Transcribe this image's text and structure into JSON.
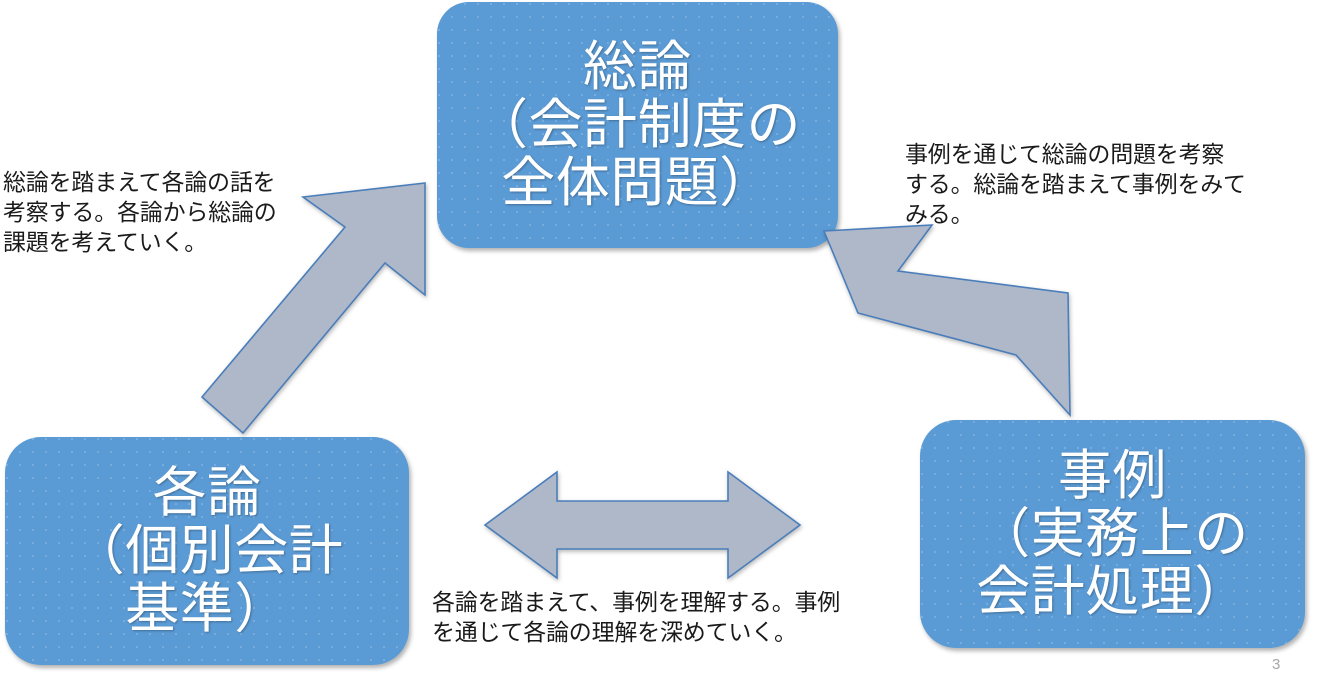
{
  "slide": {
    "page_number": "3",
    "background_color": "#FFFFFF"
  },
  "theme": {
    "node_fill": "#5B9BD5",
    "node_text_color": "#FFFFFF",
    "arrow_fill": "#AEB8C9",
    "arrow_outline": "#4A7EBB",
    "note_text_color": "#1A1A1A",
    "page_number_color": "#A6A6A6"
  },
  "nodes": {
    "top": {
      "id": "sogoron",
      "lines": [
        "総論",
        "（会計制度の",
        "全体問題）"
      ]
    },
    "bottom_left": {
      "id": "kakuron",
      "lines": [
        "各論",
        "（個別会計",
        "基準）"
      ]
    },
    "bottom_right": {
      "id": "jirei",
      "lines": [
        "事例",
        "（実務上の",
        "会計処理）"
      ]
    }
  },
  "notes": {
    "left": "総論を踏まえて各論の話を\n考察する。各論から総論の\n課題を考えていく。",
    "right": "事例を通じて総論の問題を考察\nする。総論を踏まえて事例をみて\nみる。",
    "bottom": "各論を踏まえて、事例を理解する。事例\nを通じて各論の理解を深めていく。"
  },
  "arrows": {
    "left": {
      "name": "double-arrow-sogoron-kakuron",
      "direction": "bidirectional-diagonal-up-right",
      "connects": [
        "各論（個別会計基準）",
        "総論（会計制度の全体問題）"
      ]
    },
    "right": {
      "name": "double-arrow-sogoron-jirei",
      "direction": "bidirectional-diagonal-down-right",
      "connects": [
        "総論（会計制度の全体問題）",
        "事例（実務上の会計処理）"
      ]
    },
    "bottom": {
      "name": "double-arrow-kakuron-jirei",
      "direction": "bidirectional-horizontal",
      "connects": [
        "各論（個別会計基準）",
        "事例（実務上の会計処理）"
      ]
    }
  }
}
